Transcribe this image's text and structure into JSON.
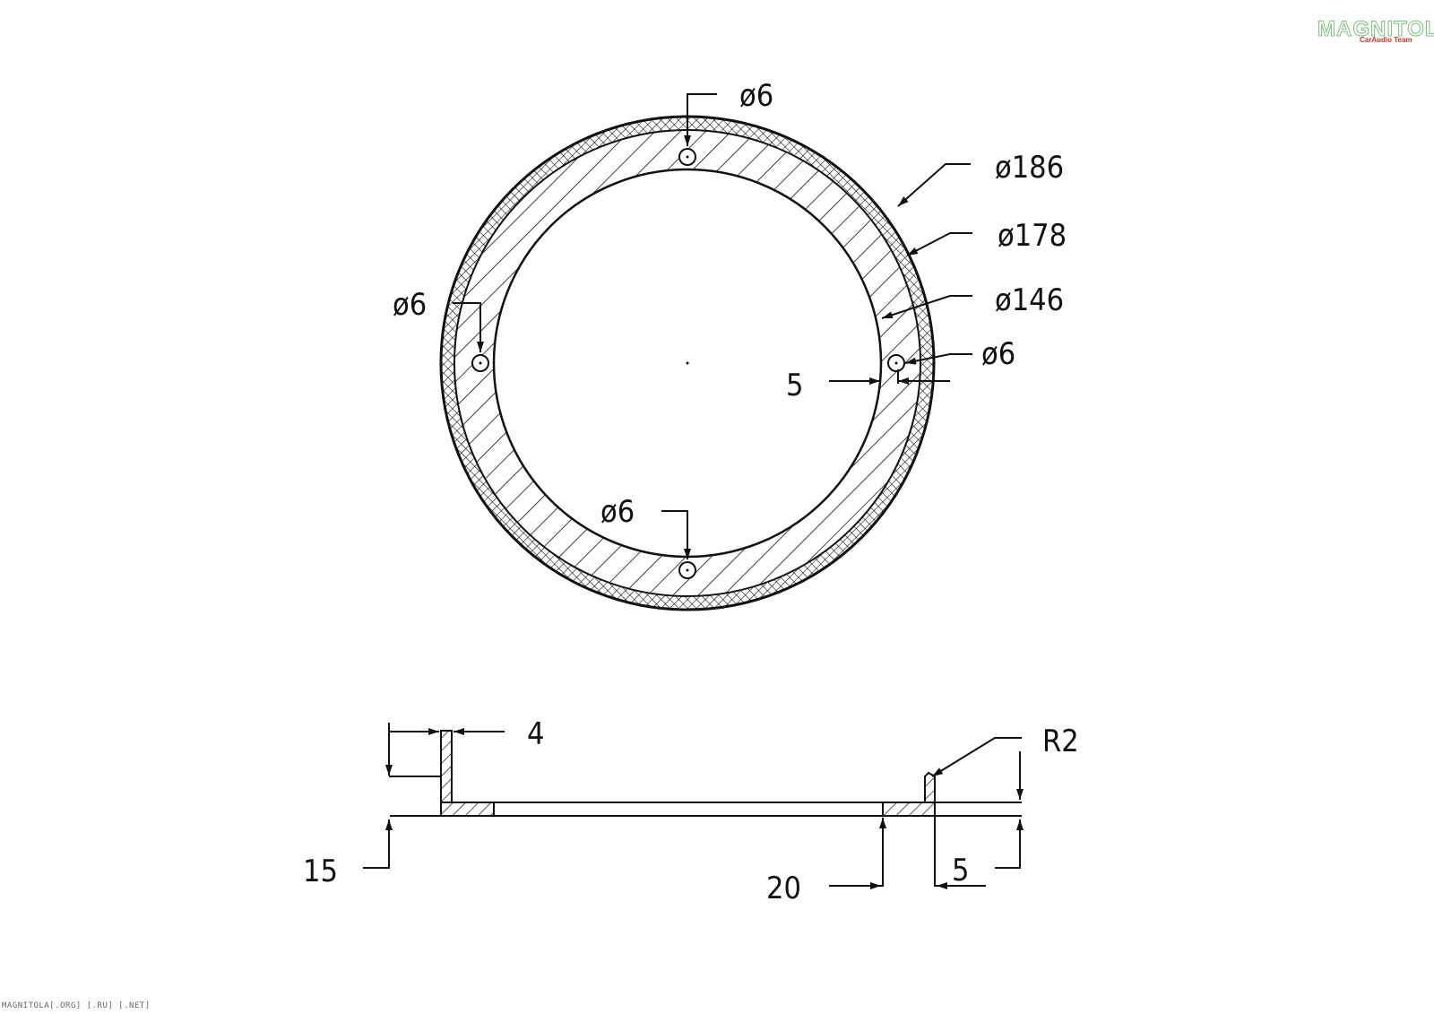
{
  "top_view": {
    "dia_outer": "ø186",
    "dia_middle": "ø178",
    "dia_inner": "ø146",
    "hole_top": "ø6",
    "hole_left": "ø6",
    "hole_right": "ø6",
    "hole_bottom": "ø6",
    "offset": "5"
  },
  "section_view": {
    "wall_thickness": "4",
    "radius": "R2",
    "total_height": "15",
    "inner_step": "20",
    "flange_step": "5"
  },
  "watermark": {
    "logo": "MAGNITOLA",
    "sub": "CarAudio Team",
    "footer": "MAGNITOLA[.ORG] [.RU] [.NET]"
  },
  "colors": {
    "line": "#111111",
    "watermark_green": "#7ac27a",
    "watermark_red": "#c0392b"
  }
}
